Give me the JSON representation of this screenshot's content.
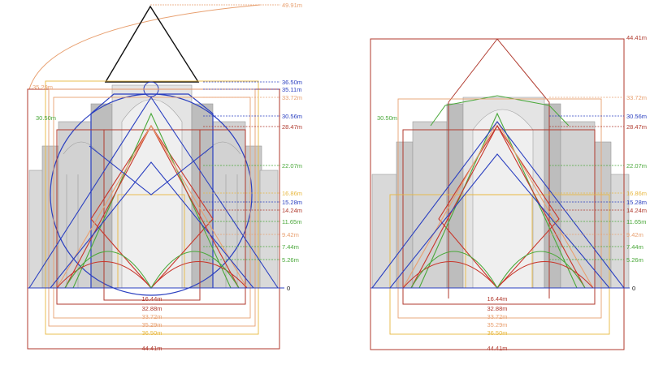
{
  "colors": {
    "orange": "#e8a070",
    "blue": "#2a3fc0",
    "dark_red": "#b03a2e",
    "red": "#c8362a",
    "green": "#4aa83a",
    "yellow": "#e8b840",
    "black": "#111111",
    "gray": "#8a8a8a"
  },
  "left_diagram": {
    "height_labels": [
      {
        "text": "49.91m",
        "color": "orange"
      },
      {
        "text": "36.50m",
        "color": "blue"
      },
      {
        "text": "35.11m",
        "color": "blue"
      },
      {
        "text": "33.72m",
        "color": "orange"
      },
      {
        "text": "30.56m",
        "color": "blue"
      },
      {
        "text": "28.47m",
        "color": "dark_red"
      },
      {
        "text": "22.07m",
        "color": "green"
      },
      {
        "text": "16.86m",
        "color": "yellow"
      },
      {
        "text": "15.28m",
        "color": "blue"
      },
      {
        "text": "14.24m",
        "color": "dark_red"
      },
      {
        "text": "11.65m",
        "color": "green"
      },
      {
        "text": "9.42m",
        "color": "orange"
      },
      {
        "text": "7.44m",
        "color": "green"
      },
      {
        "text": "5.26m",
        "color": "green"
      }
    ],
    "left_labels": [
      {
        "text": "35.29m",
        "color": "orange"
      },
      {
        "text": "30.50m",
        "color": "green"
      }
    ],
    "zero_label": "0",
    "width_labels": [
      {
        "text": "16.44m",
        "color": "dark_red"
      },
      {
        "text": "32.88m",
        "color": "dark_red"
      },
      {
        "text": "33.72m",
        "color": "orange"
      },
      {
        "text": "35.29m",
        "color": "orange"
      },
      {
        "text": "36.50m",
        "color": "yellow"
      },
      {
        "text": "44.41m",
        "color": "dark_red"
      }
    ]
  },
  "right_diagram": {
    "height_labels": [
      {
        "text": "44.41m",
        "color": "dark_red"
      },
      {
        "text": "33.72m",
        "color": "orange"
      },
      {
        "text": "30.56m",
        "color": "blue"
      },
      {
        "text": "28.47m",
        "color": "dark_red"
      },
      {
        "text": "22.07m",
        "color": "green"
      },
      {
        "text": "16.86m",
        "color": "yellow"
      },
      {
        "text": "15.28m",
        "color": "blue"
      },
      {
        "text": "14.24m",
        "color": "dark_red"
      },
      {
        "text": "11.65m",
        "color": "green"
      },
      {
        "text": "9.42m",
        "color": "orange"
      },
      {
        "text": "7.44m",
        "color": "green"
      },
      {
        "text": "5.26m",
        "color": "green"
      }
    ],
    "left_labels": [
      {
        "text": "30.50m",
        "color": "green"
      }
    ],
    "zero_label": "0",
    "width_labels": [
      {
        "text": "16.44m",
        "color": "dark_red"
      },
      {
        "text": "32.88m",
        "color": "dark_red"
      },
      {
        "text": "33.72m",
        "color": "orange"
      },
      {
        "text": "35.29m",
        "color": "orange"
      },
      {
        "text": "36.50m",
        "color": "yellow"
      },
      {
        "text": "44.41m",
        "color": "dark_red"
      }
    ]
  }
}
